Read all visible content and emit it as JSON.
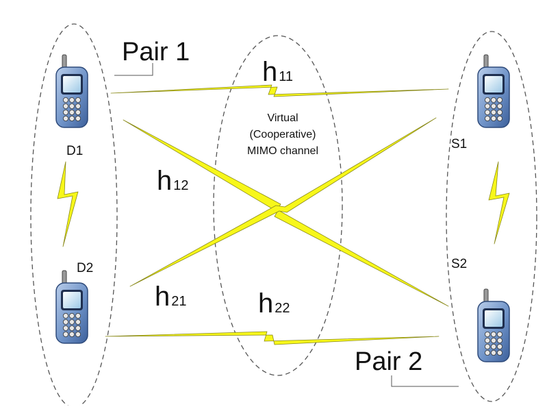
{
  "diagram": {
    "pair1_label": "Pair 1",
    "pair2_label": "Pair 2",
    "destinations": [
      "D1",
      "D2"
    ],
    "sources": [
      "S1",
      "S2"
    ],
    "center_label": [
      "Virtual",
      "(Cooperative)",
      "MIMO channel"
    ],
    "channels": [
      {
        "main": "h",
        "sub": "11"
      },
      {
        "main": "h",
        "sub": "12"
      },
      {
        "main": "h",
        "sub": "21"
      },
      {
        "main": "h",
        "sub": "22"
      }
    ],
    "icons": [
      "phone-icon",
      "lightning-bolt-icon"
    ],
    "colors": {
      "link_fill": "#f7f71a",
      "link_stroke": "#8a8a1a",
      "phone_body": "#6b8ec6",
      "phone_screen": "#d9ecf7",
      "ellipse_stroke": "#555555"
    }
  }
}
